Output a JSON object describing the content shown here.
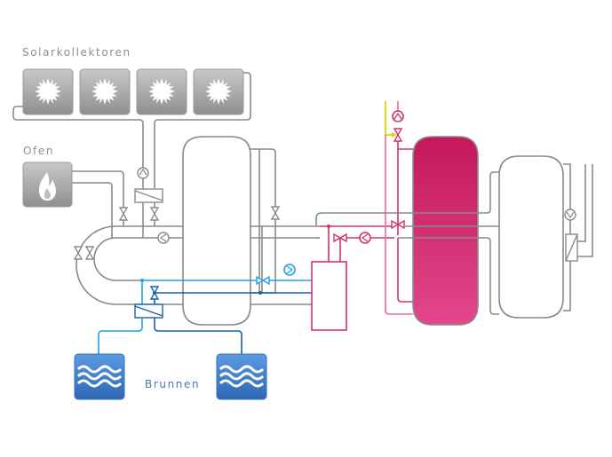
{
  "labels": {
    "solar": "Solarkollektoren",
    "oven": "Ofen",
    "wells": "Brunnen"
  },
  "components": {
    "solar_collectors": {
      "count": 4,
      "icon": "sun-icon"
    },
    "oven": {
      "icon": "flame-icon"
    },
    "wells": {
      "count": 2,
      "icon": "water-waves-icon"
    },
    "tanks": [
      "buffer-tank",
      "hot-water-tank",
      "storage-tank"
    ],
    "pumps": [
      "solar-pump",
      "oven-circuit-pump",
      "well-pump",
      "heating-pump",
      "hot-water-pump",
      "storage-pump"
    ],
    "heat_exchangers": [
      "solar-heat-exchanger",
      "well-heat-exchanger",
      "storage-heat-exchanger"
    ]
  },
  "colors": {
    "pipe_grey": "#8a8a8a",
    "water_light_blue": "#22a2e0",
    "water_dark_blue": "#1a5fa8",
    "heating_pink": "#d2326e",
    "return_pink": "#ec6aa0",
    "cold_water_yellow": "#d8d800",
    "hot_tank_fill": "#c8195a",
    "well_fill": "#4a86cc"
  }
}
